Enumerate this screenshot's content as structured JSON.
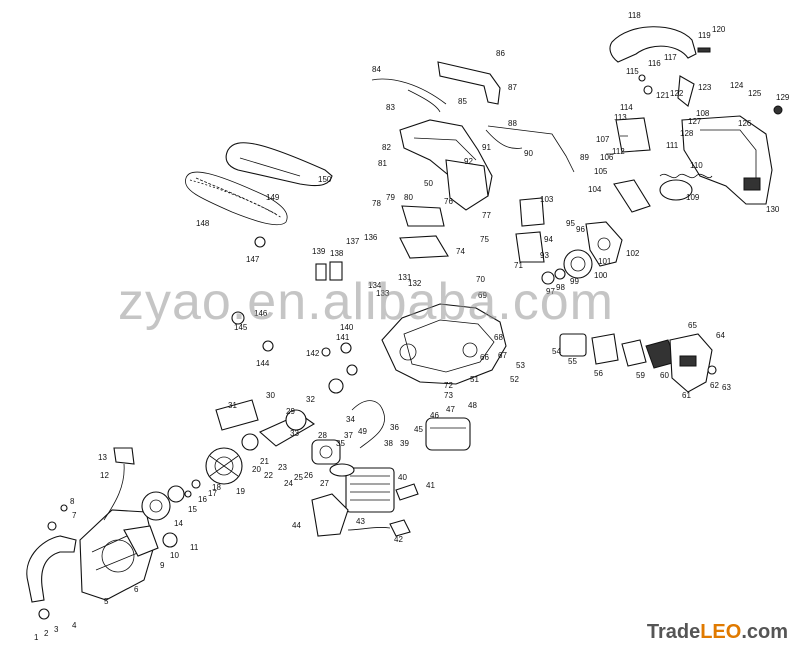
{
  "watermark": "zyao.en.alibaba.com",
  "brand": {
    "part1": "Trade",
    "part2": "LEO",
    "part3": ".com"
  },
  "callouts": [
    "1",
    "2",
    "3",
    "4",
    "5",
    "6",
    "7",
    "8",
    "9",
    "10",
    "11",
    "12",
    "13",
    "14",
    "15",
    "16",
    "17",
    "18",
    "19",
    "20",
    "21",
    "22",
    "23",
    "24",
    "25",
    "26",
    "27",
    "28",
    "29",
    "30",
    "31",
    "32",
    "33",
    "34",
    "35",
    "36",
    "37",
    "38",
    "39",
    "40",
    "41",
    "42",
    "43",
    "44",
    "45",
    "46",
    "47",
    "48",
    "49",
    "50",
    "51",
    "52",
    "53",
    "54",
    "55",
    "56",
    "59",
    "60",
    "61",
    "62",
    "63",
    "64",
    "65",
    "66",
    "67",
    "68",
    "69",
    "70",
    "71",
    "72",
    "73",
    "74",
    "75",
    "76",
    "77",
    "78",
    "79",
    "80",
    "81",
    "82",
    "83",
    "84",
    "85",
    "86",
    "87",
    "88",
    "89",
    "90",
    "91",
    "92",
    "93",
    "94",
    "95",
    "96",
    "97",
    "98",
    "99",
    "100",
    "101",
    "102",
    "103",
    "104",
    "105",
    "106",
    "107",
    "108",
    "109",
    "110",
    "111",
    "112",
    "113",
    "114",
    "115",
    "116",
    "117",
    "118",
    "119",
    "120",
    "121",
    "122",
    "123",
    "124",
    "125",
    "126",
    "127",
    "128",
    "129",
    "130",
    "131",
    "132",
    "133",
    "134",
    "136",
    "137",
    "138",
    "139",
    "140",
    "141",
    "142",
    "144",
    "145",
    "146",
    "147",
    "148",
    "149",
    "150"
  ]
}
